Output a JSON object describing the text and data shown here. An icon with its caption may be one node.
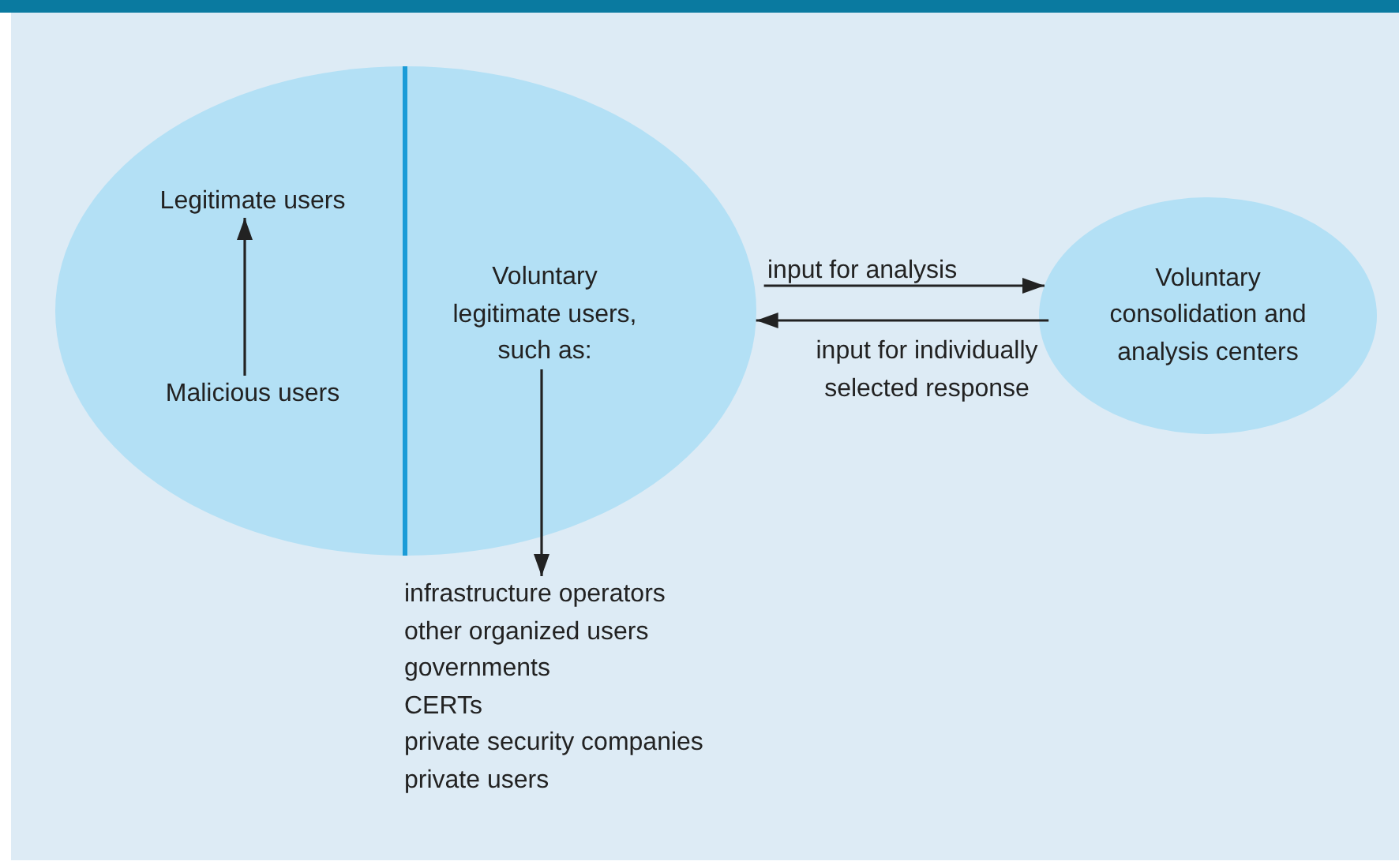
{
  "diagram": {
    "nodes": [
      {
        "text": [],
        "shape": "ellipse"
      },
      {
        "text": [
          "Legitimate users"
        ],
        "in": 0
      },
      {
        "text": [
          "Malicious users"
        ],
        "in": 0
      },
      {
        "text": [
          "Voluntary legitimate users, such as:"
        ],
        "in": 0
      },
      {
        "text": [
          "infrastructure operators",
          "other organized users",
          "governments",
          "CERTs",
          "private security companies",
          "private users"
        ]
      },
      {
        "text": [
          "Voluntary consolidation and analysis centers"
        ]
      }
    ],
    "edges": [
      {
        "from": 2,
        "to": 1,
        "arrow": "to"
      },
      {
        "from": 3,
        "to": 4,
        "arrow": "to"
      },
      {
        "from": 0,
        "to": 5,
        "arrow": "to",
        "label": "input for analysis"
      },
      {
        "from": 5,
        "to": 0,
        "arrow": "to",
        "label": "input for individually selected response"
      }
    ]
  }
}
